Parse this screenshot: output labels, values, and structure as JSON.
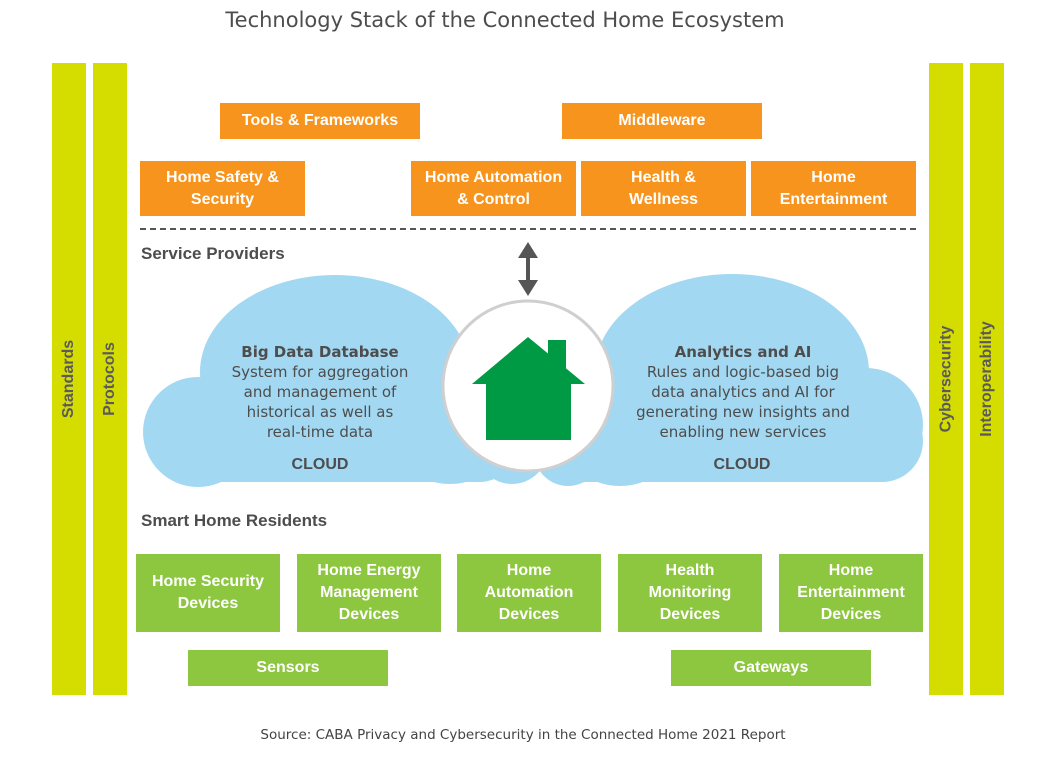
{
  "title": "Technology Stack of the Connected Home Ecosystem",
  "source": "Source: CABA Privacy and Cybersecurity in the Connected Home 2021 Report",
  "colors": {
    "bar": "#d4dc00",
    "orange": "#f7941d",
    "green": "#8dc63f",
    "cloud": "#a3d8f2",
    "house": "#009a44"
  },
  "side_bars": {
    "standards": "Standards",
    "protocols": "Protocols",
    "cybersecurity": "Cybersecurity",
    "interoperability": "Interoperability"
  },
  "service_top": {
    "tools": "Tools & Frameworks",
    "middleware": "Middleware"
  },
  "service_row": {
    "safety": "Home Safety &\nSecurity",
    "automation": "Home Automation\n& Control",
    "health": "Health &\nWellness",
    "entertainment": "Home\nEntertainment"
  },
  "labels": {
    "service_providers": "Service Providers",
    "smart_home_residents": "Smart Home Residents"
  },
  "cloud_left": {
    "title": "Big Data Database",
    "body": "System for aggregation\nand management of\nhistorical as well as\nreal-time data",
    "label": "CLOUD"
  },
  "cloud_right": {
    "title": "Analytics and AI",
    "body": "Rules and logic-based big\ndata analytics and AI for\ngenerating new insights and\nenabling new services",
    "label": "CLOUD"
  },
  "devices": {
    "security": "Home Security\nDevices",
    "energy": "Home Energy\nManagement\nDevices",
    "automation": "Home\nAutomation\nDevices",
    "health": "Health\nMonitoring\nDevices",
    "entertainment": "Home\nEntertainment\nDevices"
  },
  "infra": {
    "sensors": "Sensors",
    "gateways": "Gateways"
  },
  "icons": {
    "house": "house-icon",
    "arrow": "double-arrow-icon"
  }
}
